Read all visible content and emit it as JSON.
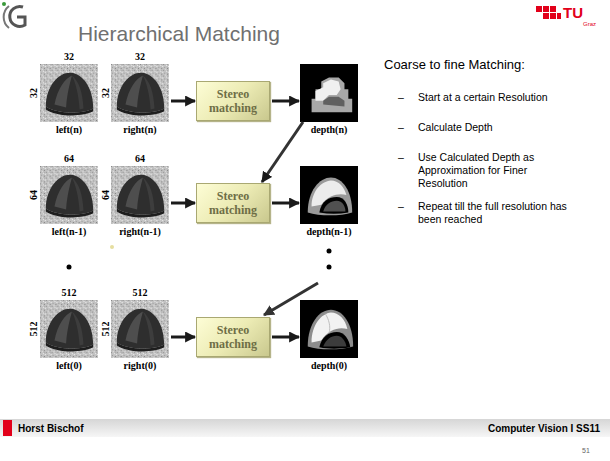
{
  "diagram": {
    "title": "Hierarchical Matching",
    "nodes": [
      {
        "text": [
          "left(n)"
        ]
      },
      {
        "text": [
          "right(n)"
        ]
      },
      {
        "text": [
          "Stereo matching"
        ]
      },
      {
        "text": [
          "depth(n)"
        ]
      },
      {
        "text": [
          "left(n-1)"
        ]
      },
      {
        "text": [
          "right(n-1)"
        ]
      },
      {
        "text": [
          "Stereo matching"
        ]
      },
      {
        "text": [
          "depth(n-1)"
        ]
      },
      {
        "text": [
          "left(0)"
        ]
      },
      {
        "text": [
          "right(0)"
        ]
      },
      {
        "text": [
          "Stereo matching"
        ]
      },
      {
        "text": [
          "depth(0)"
        ]
      }
    ],
    "edges": [
      {
        "from": 1,
        "to": 2,
        "arrow": "to"
      },
      {
        "from": 2,
        "to": 3,
        "arrow": "to"
      },
      {
        "from": 3,
        "to": 6,
        "arrow": "to"
      },
      {
        "from": 5,
        "to": 6,
        "arrow": "to"
      },
      {
        "from": 6,
        "to": 7,
        "arrow": "to"
      },
      {
        "from": 9,
        "to": 10,
        "arrow": "to"
      },
      {
        "from": 10,
        "to": 11,
        "arrow": "to"
      }
    ],
    "labels": [
      "TU",
      "Graz",
      "32",
      "32",
      "32",
      "32",
      "Coarse to fine Matching:",
      "–",
      "Start at a certain Resolution",
      "–",
      "Calculate Depth",
      "–",
      "Use Calculated Depth as Approximation for Finer Resolution",
      "–",
      "Repeat till the full resolution has been reached",
      "64",
      "64",
      "64",
      "64",
      "512",
      "512",
      "512",
      "512",
      "Horst Bischof",
      "Computer Vision I SS11",
      "51"
    ]
  }
}
